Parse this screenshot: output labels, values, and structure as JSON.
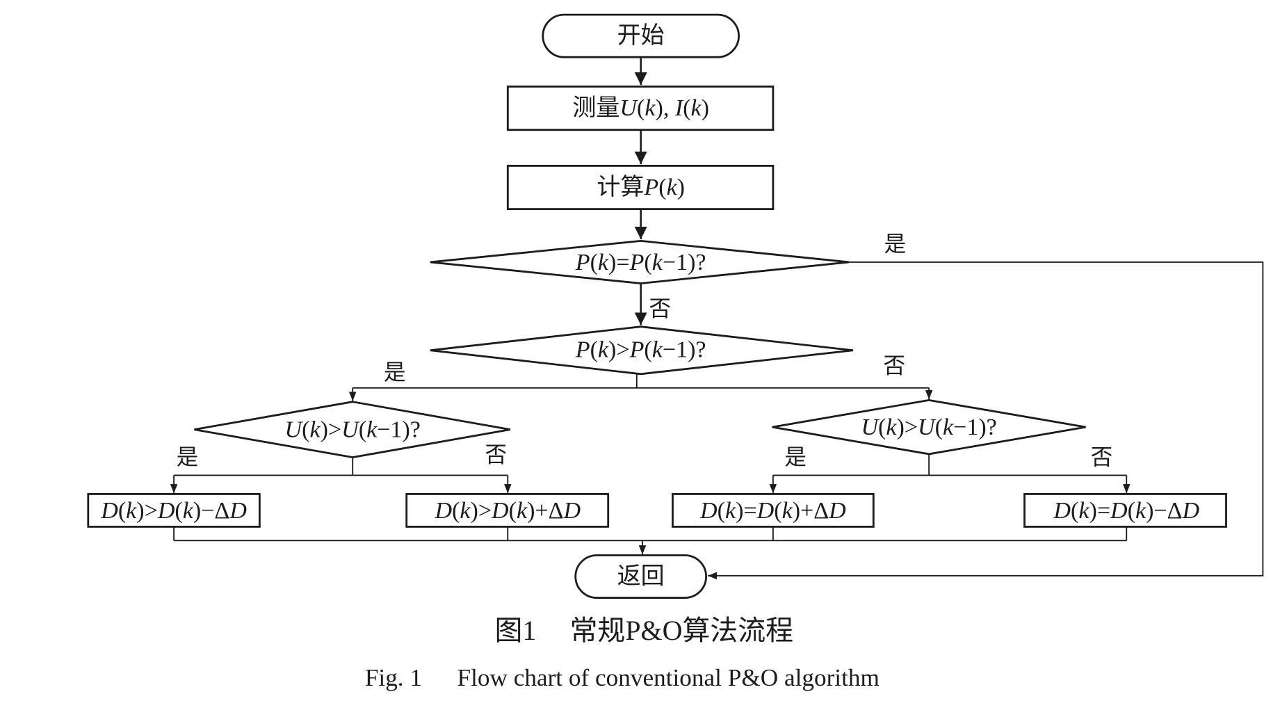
{
  "nodes": {
    "start": "开始",
    "measure": "测量U(k), I(k)",
    "compute": "计算P(k)",
    "decision_equal": "P(k)=P(k−1)?",
    "decision_greater": "P(k)>P(k−1)?",
    "decision_u_left": "U(k)>U(k−1)?",
    "decision_u_right": "U(k)>U(k−1)?",
    "action_1": "D(k)>D(k)−ΔD",
    "action_2": "D(k)>D(k)+ΔD",
    "action_3": "D(k)=D(k)+ΔD",
    "action_4": "D(k)=D(k)−ΔD",
    "return": "返回"
  },
  "branch_labels": {
    "equal_yes": "是",
    "equal_no": "否",
    "greater_yes": "是",
    "greater_no": "否",
    "u_left_yes": "是",
    "u_left_no": "否",
    "u_right_yes": "是",
    "u_right_no": "否"
  },
  "caption": {
    "cn_label": "图1",
    "cn_title": "常规P&O算法流程",
    "en_label": "Fig. 1",
    "en_title": "Flow chart of conventional P&O algorithm"
  },
  "colors": {
    "ink": "#1c1c1c",
    "background": "#ffffff"
  }
}
